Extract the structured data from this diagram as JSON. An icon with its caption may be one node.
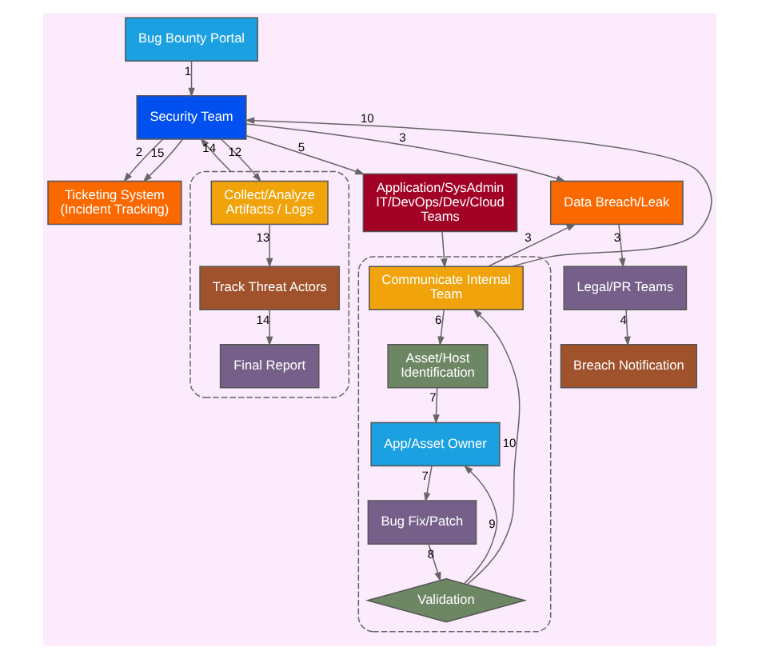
{
  "diagram": {
    "nodes": [
      {
        "text": [
          "Bug Bounty Portal"
        ]
      },
      {
        "text": [
          "Ticketing System (Incident Tracking)"
        ]
      },
      {
        "text": [
          "Security Team"
        ]
      },
      {
        "text": [
          "Data Breach/Leak"
        ]
      },
      {
        "text": [
          "Application/SysAdmin IT/DevOps/Dev/Cloud Teams"
        ]
      },
      {
        "text": [
          "Legal/PR Teams"
        ]
      },
      {
        "text": [
          "Breach Notification"
        ]
      },
      {
        "text": [],
        "shape": "box"
      },
      {
        "text": [
          "Communicate Internal Team"
        ],
        "in": 7
      },
      {
        "text": [
          "Asset/Host Identification"
        ],
        "in": 7
      },
      {
        "text": [
          "App/Asset Owner"
        ],
        "in": 7
      },
      {
        "text": [
          "Bug Fix/Patch"
        ],
        "in": 7
      },
      {
        "text": [
          "Validation"
        ],
        "in": 7
      },
      {
        "text": [],
        "shape": "box"
      },
      {
        "text": [
          "Collect/Analyze Artifacts / Logs"
        ],
        "in": 13
      },
      {
        "text": [
          "Track Threat Actors"
        ],
        "in": 13
      },
      {
        "text": [
          "Final Report"
        ],
        "in": 13
      }
    ],
    "edges": [
      {
        "from": 0,
        "to": 2,
        "arrow": "to",
        "label": "1"
      },
      {
        "from": 2,
        "to": 1,
        "arrow": "to",
        "label": "2"
      },
      {
        "from": 2,
        "to": 3,
        "arrow": "to",
        "label": "3"
      },
      {
        "from": 2,
        "to": 4,
        "arrow": "to",
        "label": "5"
      },
      {
        "from": 3,
        "to": 5,
        "arrow": "to",
        "label": "3"
      },
      {
        "from": 5,
        "to": 6,
        "arrow": "to",
        "label": "4"
      },
      {
        "from": 4,
        "to": 8,
        "arrow": "to"
      },
      {
        "from": 8,
        "to": 3,
        "arrow": "to",
        "label": "3"
      },
      {
        "from": 8,
        "to": 2,
        "arrow": "to",
        "label": "10"
      },
      {
        "from": 8,
        "to": 9,
        "arrow": "to",
        "label": "6"
      },
      {
        "from": 9,
        "to": 10,
        "arrow": "to",
        "label": "7"
      },
      {
        "from": 10,
        "to": 11,
        "arrow": "to",
        "label": "7"
      },
      {
        "from": 11,
        "to": 12,
        "arrow": "to",
        "label": "8"
      },
      {
        "from": 12,
        "to": 10,
        "arrow": "to",
        "label": "9"
      },
      {
        "from": 12,
        "to": 8,
        "arrow": "to",
        "label": "10"
      },
      {
        "from": 2,
        "to": 14,
        "arrow": "to",
        "label": "12"
      },
      {
        "from": 14,
        "to": 15,
        "arrow": "to",
        "label": "13"
      },
      {
        "from": 15,
        "to": 16,
        "arrow": "to",
        "label": "14"
      },
      {
        "from": 13,
        "to": 2,
        "arrow": "to",
        "label": "14"
      },
      {
        "from": 2,
        "to": 1,
        "arrow": "to",
        "label": "15"
      }
    ]
  }
}
